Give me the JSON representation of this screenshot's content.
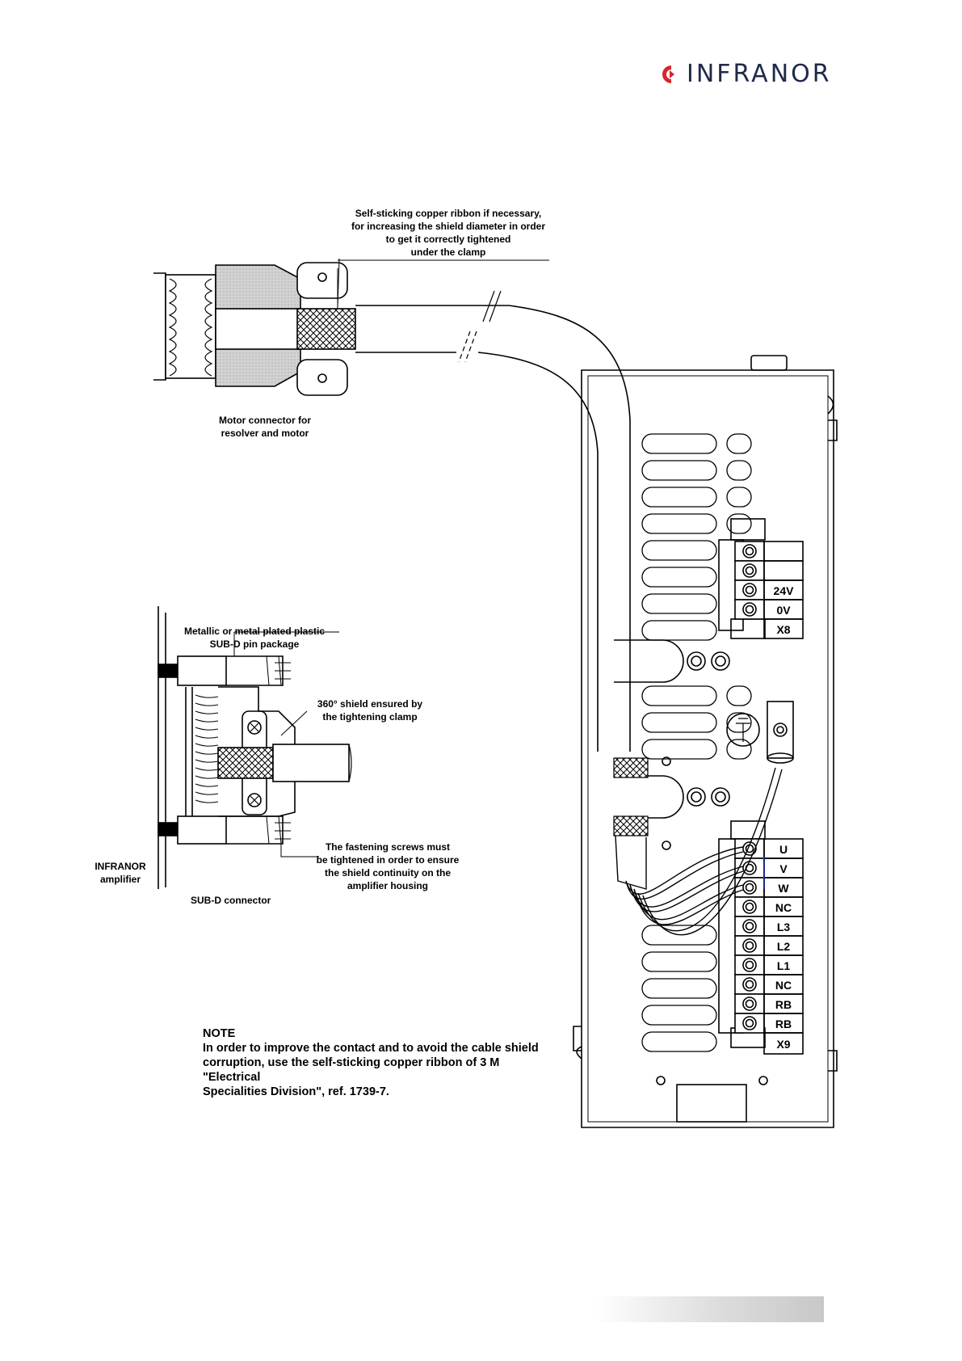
{
  "header": {
    "brand": "INFRANOR"
  },
  "labels": {
    "copper_ribbon": [
      "Self-sticking copper ribbon if necessary,",
      "for increasing the shield diameter in order",
      "to get it correctly tightened",
      "under the clamp"
    ],
    "motor_connector": [
      "Motor connector for",
      "resolver and motor"
    ],
    "subd_package": [
      "Metallic or metal plated plastic",
      "SUB-D pin package"
    ],
    "shield_360": [
      "360° shield ensured by",
      "the tightening clamp"
    ],
    "fastening": [
      "The fastening screws must",
      "be tightened in order to ensure",
      "the shield continuity on the",
      "amplifier housing"
    ],
    "infranor_amp": [
      "INFRANOR",
      "amplifier"
    ],
    "subd_connector": "SUB-D connector"
  },
  "note": {
    "title": "NOTE",
    "lines": [
      "In order to improve the contact and to avoid the cable shield",
      "corruption, use the self-sticking copper ribbon of 3 M \"Electrical",
      "Specialities Division\", ref. 1739-7."
    ]
  },
  "x8": {
    "terminals": [
      "24V",
      "0V"
    ],
    "name": "X8"
  },
  "x9": {
    "terminals": [
      "U",
      "V",
      "W",
      "NC",
      "L3",
      "L2",
      "L1",
      "NC",
      "RB",
      "RB"
    ],
    "name": "X9"
  }
}
